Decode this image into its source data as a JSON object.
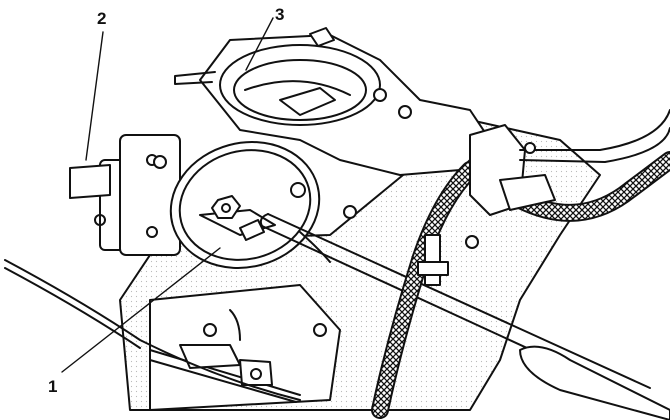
{
  "diagram": {
    "callouts": [
      {
        "id": "callout-1",
        "label": "1"
      },
      {
        "id": "callout-2",
        "label": "2"
      },
      {
        "id": "callout-3",
        "label": "3"
      }
    ]
  },
  "colors": {
    "ink": "#111111",
    "paper": "#ffffff",
    "shade": "#cfcfcf"
  }
}
